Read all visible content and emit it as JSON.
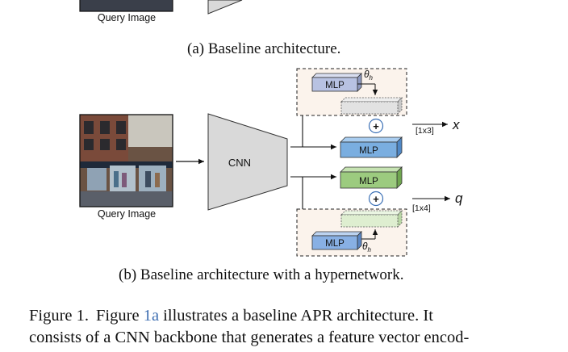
{
  "top_fragment": {
    "query_label": "Query Image"
  },
  "caption_a": "(a) Baseline architecture.",
  "diagram_b": {
    "query_label": "Query Image",
    "cnn_label": "CNN",
    "mlp_label": "MLP",
    "theta_label": "θ",
    "theta_sub": "h",
    "plus_symbol": "+",
    "x_dim": "[1x3]",
    "x_symbol": "x",
    "q_dim": "[1x4]",
    "q_symbol": "q",
    "colors": {
      "mlp_top_hyper": "#b8c2e2",
      "mlp_position": "#7aaee0",
      "mlp_orientation": "#9ccb7f",
      "mlp_bottom_hyper": "#88b0e4",
      "hyper_panel": "#fbf3ec",
      "weight_box_top": "#e2e2e2",
      "weight_box_bottom": "#deeed0",
      "cnn_fill": "#d9d9d9",
      "plus_ring": "#3a6fb5"
    }
  },
  "caption_b": "(b) Baseline architecture with a hypernetwork.",
  "body": {
    "figure_label": "Figure 1.",
    "line1_before": "Figure ",
    "line1_ref": "1a",
    "line1_after": " illustrates a baseline APR architecture.  It",
    "line2": "consists of a CNN backbone that generates a feature vector encod-"
  }
}
